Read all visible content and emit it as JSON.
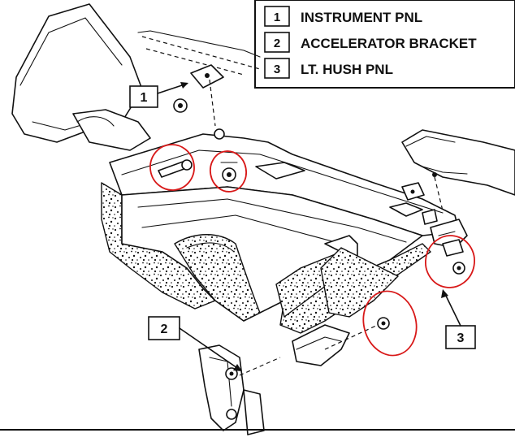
{
  "legend": {
    "items": [
      {
        "number": "1",
        "label": "INSTRUMENT PNL"
      },
      {
        "number": "2",
        "label": "ACCELERATOR BRACKET"
      },
      {
        "number": "3",
        "label": "LT. HUSH PNL"
      }
    ]
  },
  "callouts": {
    "one": "1",
    "two": "2",
    "three": "3"
  },
  "colors": {
    "ink": "#111111",
    "highlight_circle": "#d81818",
    "background": "#ffffff"
  }
}
